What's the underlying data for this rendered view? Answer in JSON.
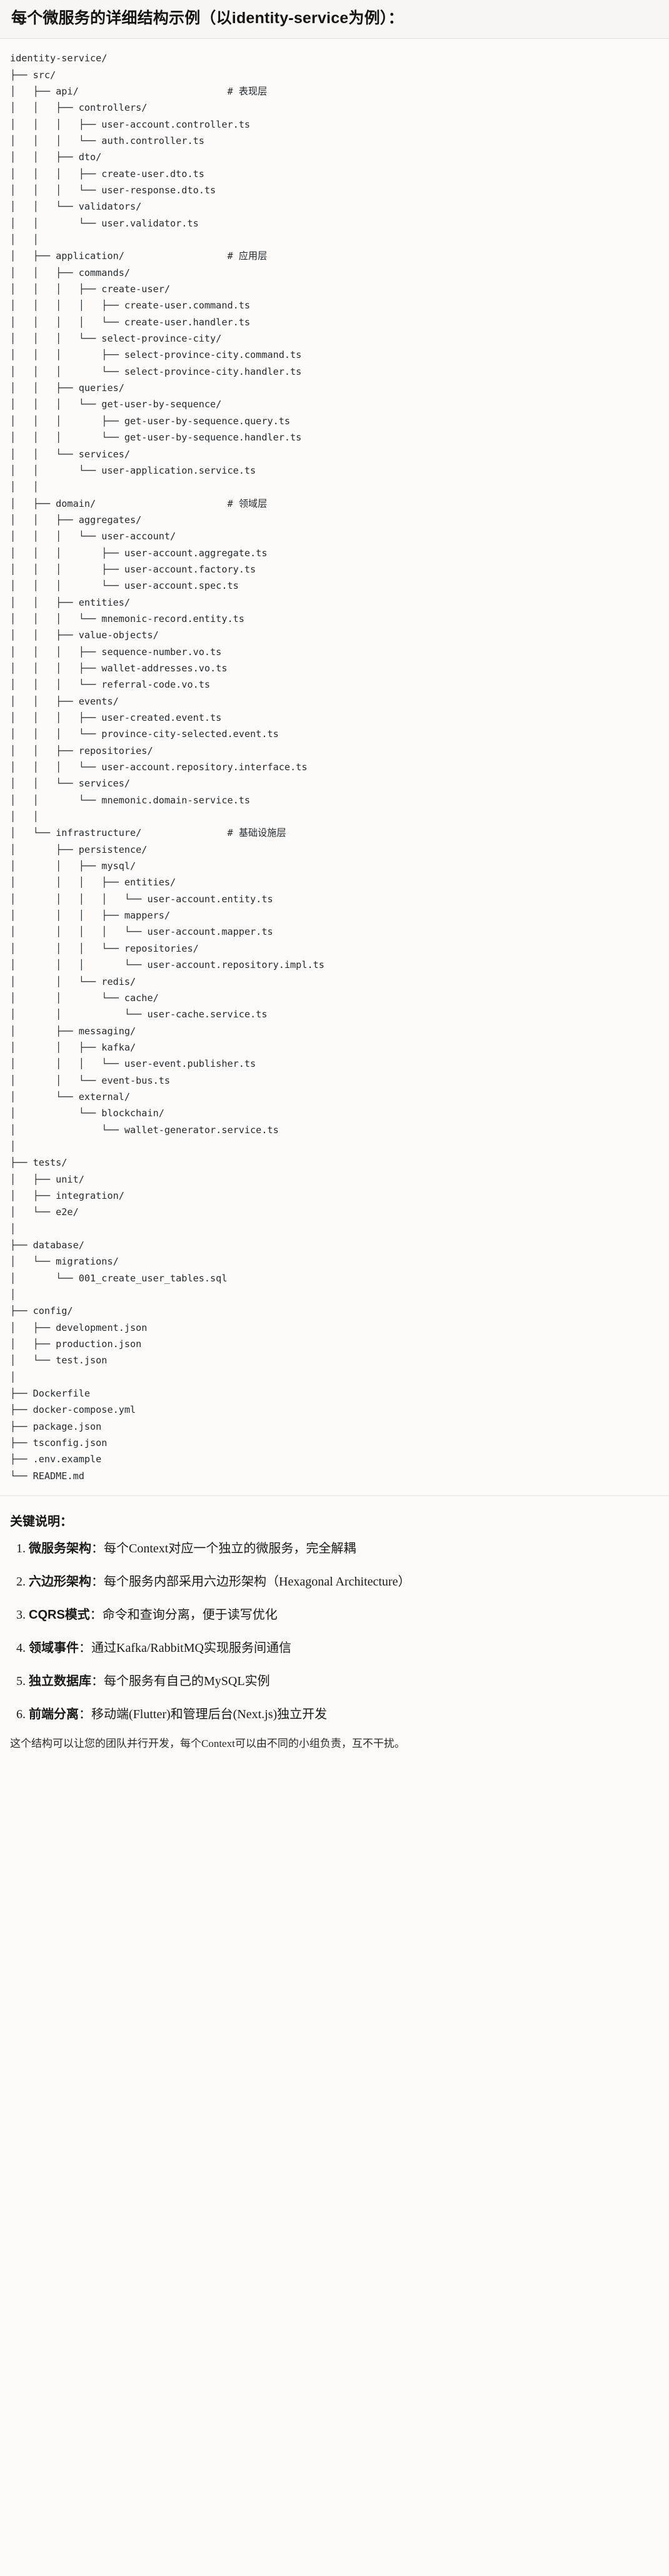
{
  "title": "每个微服务的详细结构示例（以identity-service为例）：",
  "tree": {
    "root": "identity-service/",
    "text": "identity-service/\n├── src/\n│   ├── api/                          # 表现层\n│   │   ├── controllers/\n│   │   │   ├── user-account.controller.ts\n│   │   │   └── auth.controller.ts\n│   │   ├── dto/\n│   │   │   ├── create-user.dto.ts\n│   │   │   └── user-response.dto.ts\n│   │   └── validators/\n│   │       └── user.validator.ts\n│   │\n│   ├── application/                  # 应用层\n│   │   ├── commands/\n│   │   │   ├── create-user/\n│   │   │   │   ├── create-user.command.ts\n│   │   │   │   └── create-user.handler.ts\n│   │   │   └── select-province-city/\n│   │   │       ├── select-province-city.command.ts\n│   │   │       └── select-province-city.handler.ts\n│   │   ├── queries/\n│   │   │   └── get-user-by-sequence/\n│   │   │       ├── get-user-by-sequence.query.ts\n│   │   │       └── get-user-by-sequence.handler.ts\n│   │   └── services/\n│   │       └── user-application.service.ts\n│   │\n│   ├── domain/                       # 领域层\n│   │   ├── aggregates/\n│   │   │   └── user-account/\n│   │   │       ├── user-account.aggregate.ts\n│   │   │       ├── user-account.factory.ts\n│   │   │       └── user-account.spec.ts\n│   │   ├── entities/\n│   │   │   └── mnemonic-record.entity.ts\n│   │   ├── value-objects/\n│   │   │   ├── sequence-number.vo.ts\n│   │   │   ├── wallet-addresses.vo.ts\n│   │   │   └── referral-code.vo.ts\n│   │   ├── events/\n│   │   │   ├── user-created.event.ts\n│   │   │   └── province-city-selected.event.ts\n│   │   ├── repositories/\n│   │   │   └── user-account.repository.interface.ts\n│   │   └── services/\n│   │       └── mnemonic.domain-service.ts\n│   │\n│   └── infrastructure/               # 基础设施层\n│       ├── persistence/\n│       │   ├── mysql/\n│       │   │   ├── entities/\n│       │   │   │   └── user-account.entity.ts\n│       │   │   ├── mappers/\n│       │   │   │   └── user-account.mapper.ts\n│       │   │   └── repositories/\n│       │   │       └── user-account.repository.impl.ts\n│       │   └── redis/\n│       │       └── cache/\n│       │           └── user-cache.service.ts\n│       ├── messaging/\n│       │   ├── kafka/\n│       │   │   └── user-event.publisher.ts\n│       │   └── event-bus.ts\n│       └── external/\n│           └── blockchain/\n│               └── wallet-generator.service.ts\n│\n├── tests/\n│   ├── unit/\n│   ├── integration/\n│   └── e2e/\n│\n├── database/\n│   └── migrations/\n│       └── 001_create_user_tables.sql\n│\n├── config/\n│   ├── development.json\n│   ├── production.json\n│   └── test.json\n│\n├── Dockerfile\n├── docker-compose.yml\n├── package.json\n├── tsconfig.json\n├── .env.example\n└── README.md",
    "comments": [
      "# 表现层",
      "# 应用层",
      "# 领域层",
      "# 基础设施层"
    ]
  },
  "notes": {
    "heading": "关键说明：",
    "items": [
      {
        "term": "微服务架构",
        "sep": "：",
        "desc": "每个Context对应一个独立的微服务，完全解耦"
      },
      {
        "term": "六边形架构",
        "sep": "：",
        "desc": "每个服务内部采用六边形架构（Hexagonal Architecture）"
      },
      {
        "term": "CQRS模式",
        "sep": "：",
        "desc": "命令和查询分离，便于读写优化"
      },
      {
        "term": "领域事件",
        "sep": "：",
        "desc": "通过Kafka/RabbitMQ实现服务间通信"
      },
      {
        "term": "独立数据库",
        "sep": "：",
        "desc": "每个服务有自己的MySQL实例"
      },
      {
        "term": "前端分离",
        "sep": "：",
        "desc": "移动端(Flutter)和管理后台(Next.js)独立开发"
      }
    ],
    "closing": "这个结构可以让您的团队并行开发，每个Context可以由不同的小组负责，互不干扰。"
  },
  "colors": {
    "page_bg": "#fbfaf8",
    "title_bg": "#f7f6f2",
    "code_bg": "#fcfbf9",
    "text": "#1f1f1f",
    "code_text": "#24292e",
    "rule": "#e3e1dc"
  }
}
